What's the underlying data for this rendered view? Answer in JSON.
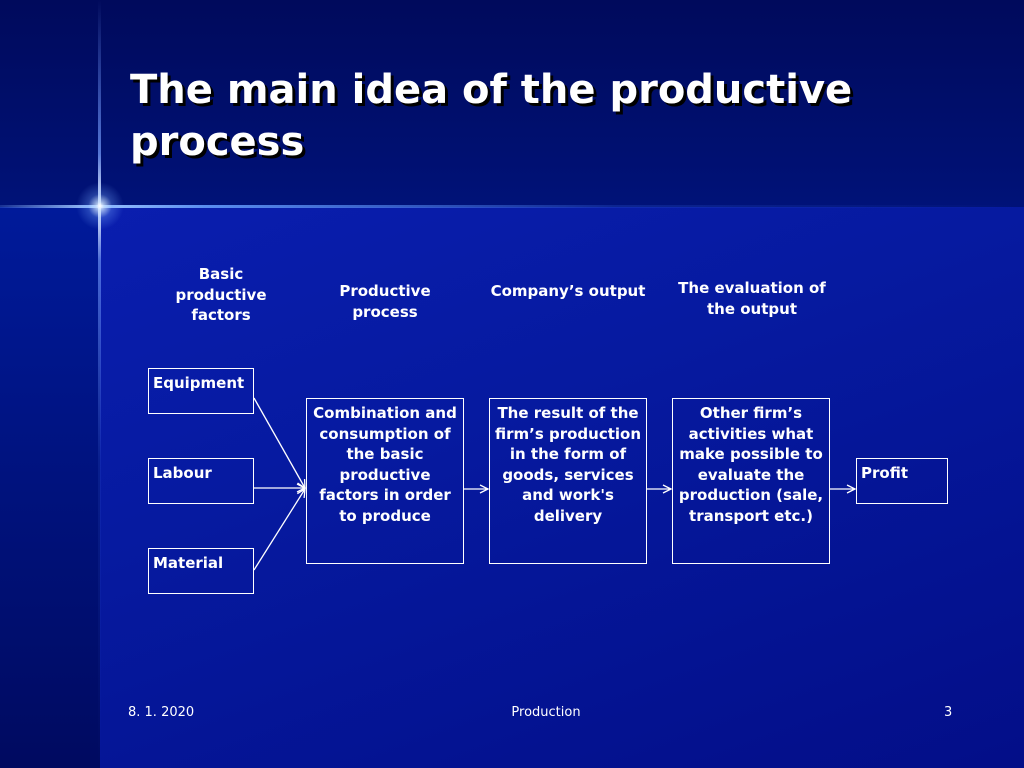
{
  "title": "The main idea of the productive process",
  "headings": {
    "factors": "Basic productive factors",
    "process": "Productive process",
    "output": "Company’s output",
    "evaluation": "The evaluation of the output"
  },
  "inputs": {
    "equipment": "Equipment",
    "labour": "Labour",
    "material": "Material"
  },
  "boxes": {
    "process": "Combination and consumption of the basic productive factors in order to produce",
    "output": "The result of the firm’s production in the form of goods, services and work's delivery",
    "evaluation": "Other firm’s activities what make possible to evaluate the production (sale, transport etc.)",
    "profit": "Profit"
  },
  "footer": {
    "date": "8. 1. 2020",
    "topic": "Production",
    "page": "3"
  },
  "colors": {
    "background": "#0a1eb0",
    "text": "#ffffff",
    "title_shadow": "#000000"
  }
}
